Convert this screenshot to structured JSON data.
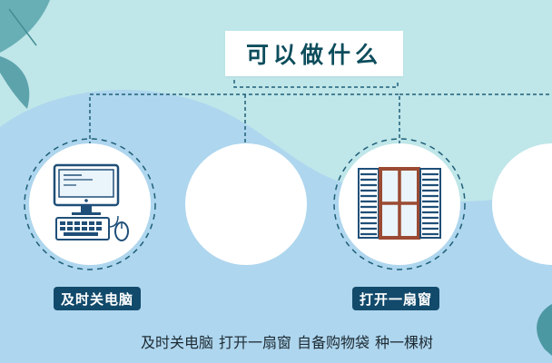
{
  "title": "可以做什么",
  "cards": [
    {
      "label": "及时关电脑",
      "icon": "computer-icon"
    },
    {
      "label": "",
      "icon": ""
    },
    {
      "label": "打开一扇窗",
      "icon": "window-icon"
    },
    {
      "label": "",
      "icon": ""
    }
  ],
  "caption_items": [
    "及时关电脑",
    "打开一扇窗",
    "自备购物袋",
    "种一棵树"
  ],
  "colors": {
    "background_teal": "#bfe6e9",
    "background_blue": "#aed6ee",
    "title_text": "#0d4d5c",
    "label_bg": "#124a6b",
    "accent_dark": "#1f4f78",
    "window_frame": "#9b4a33"
  }
}
